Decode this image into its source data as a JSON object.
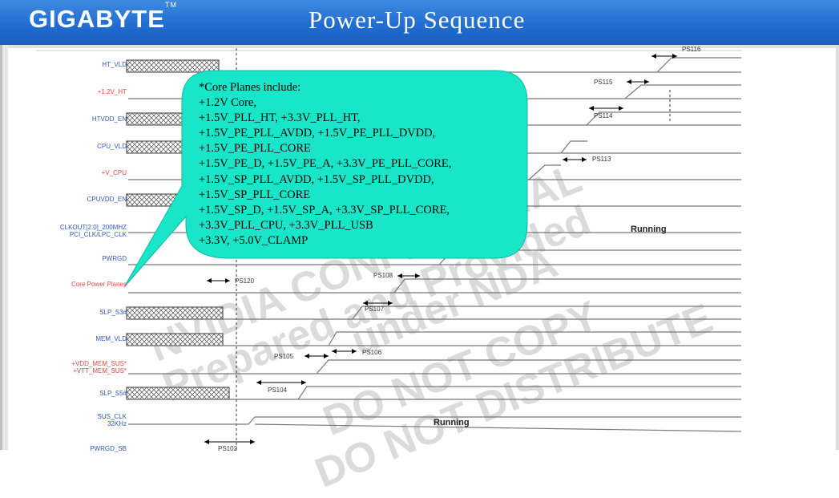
{
  "header": {
    "logo": "GIGABYTE",
    "logo_tm": "TM",
    "title": "Power-Up Sequence"
  },
  "signals": [
    {
      "label": "HT_VLD",
      "color": "blue"
    },
    {
      "label": "+1.2V_HT",
      "color": "red"
    },
    {
      "label": "HTVDD_EN",
      "color": "blue"
    },
    {
      "label": "CPU_VLD",
      "color": "blue"
    },
    {
      "label": "+V_CPU",
      "color": "red"
    },
    {
      "label": "CPUVDD_EN",
      "color": "blue"
    },
    {
      "label": "CLKOUT[2:0]_200MHZ",
      "color": "blue"
    },
    {
      "label": "PCI_CLK/LPC_CLK",
      "color": "blue"
    },
    {
      "label": "PWRGD",
      "color": "blue"
    },
    {
      "label": "Core Power Planes",
      "color": "red"
    },
    {
      "label": "SLP_S3#",
      "color": "blue"
    },
    {
      "label": "MEM_VLD",
      "color": "blue"
    },
    {
      "label": "+VDD_MEM_SUS*",
      "color": "red"
    },
    {
      "label": "+VTT_MEM_SUS*",
      "color": "red"
    },
    {
      "label": "SLP_S5#",
      "color": "blue"
    },
    {
      "label": "SUS_CLK",
      "color": "blue"
    },
    {
      "label": "32KHz",
      "color": "blue"
    },
    {
      "label": "PWRGD_SB",
      "color": "blue"
    }
  ],
  "timing": {
    "ps116": "PS116",
    "ps115": "PS115",
    "ps114": "PS114",
    "ps113": "PS113",
    "ps108": "PS108",
    "ps107": "PS107",
    "ps106": "PS106",
    "ps105": "PS105",
    "ps104": "PS104",
    "ps120": "PS120",
    "ps102": "PS102",
    "running_top": "Running",
    "running_bottom": "Running"
  },
  "watermarks": [
    "NVIDIA CONFIDENTIAL",
    "Prepared and Provided",
    "under NDA",
    "DO NOT COPY",
    "DO NOT DISTRIBUTE"
  ],
  "callout": {
    "fill": "#19e6c8",
    "lines": [
      "*Core Planes include:",
      "+1.2V Core,",
      "+1.5V_PLL_HT, +3.3V_PLL_HT,",
      "+1.5V_PE_PLL_AVDD, +1.5V_PE_PLL_DVDD,",
      "+1.5V_PE_PLL_CORE",
      "+1.5V_PE_D, +1.5V_PE_A, +3.3V_PE_PLL_CORE,",
      "+1.5V_SP_PLL_AVDD, +1.5V_SP_PLL_DVDD,",
      "+1.5V_SP_PLL_CORE",
      "+1.5V_SP_D, +1.5V_SP_A, +3.3V_SP_PLL_CORE,",
      "+3.3V_PLL_CPU, +3.3V_PLL_USB",
      "+3.3V, +5.0V_CLAMP"
    ]
  },
  "colors": {
    "header_blue": "#1f6bd0",
    "signal_blue": "#3058b8",
    "signal_red": "#e8454b",
    "callout_fill": "#19e6c8"
  }
}
